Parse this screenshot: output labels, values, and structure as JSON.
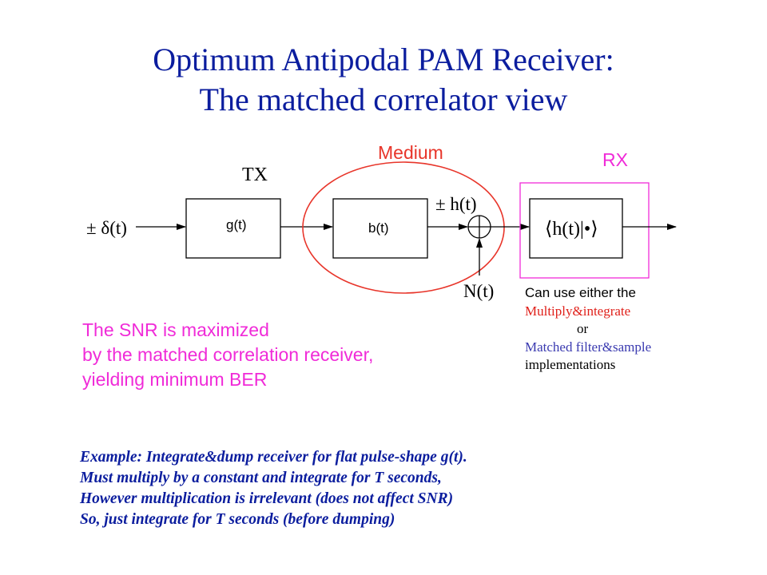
{
  "title": {
    "line1": "Optimum Antipodal PAM Receiver:",
    "line2": "The matched correlator view"
  },
  "colors": {
    "title": "#0b1d9e",
    "medium": "#e8352a",
    "rx": "#f02bd8",
    "snr_text": "#f02bd8",
    "multiply": "#e0201a",
    "matched": "#3a3ab0",
    "example": "#0b1d9e"
  },
  "diagram": {
    "tx_label": "TX",
    "medium_label": "Medium",
    "rx_label": "RX",
    "input_label": "± δ(t)",
    "g_block": "g(t)",
    "b_block": "b(t)",
    "h_label": "± h(t)",
    "noise_label": "N(t)",
    "correlator_label": "⟨h(t)|•⟩"
  },
  "implementations": {
    "line1": "Can use either  the",
    "line2": "Multiply&integrate",
    "line3": "or",
    "line4": "Matched filter&sample",
    "line5": "implementations"
  },
  "snr_text": {
    "line1": "The SNR is maximized",
    "line2": "by the matched correlation receiver,",
    "line3": "yielding minimum  BER"
  },
  "example": {
    "line1": "Example: Integrate&dump receiver for flat pulse-shape g(t).",
    "line2": "Must multiply by a constant and integrate for T seconds,",
    "line3": "However multiplication is irrelevant (does not affect SNR)",
    "line4": "So, just integrate for T seconds (before dumping)"
  }
}
